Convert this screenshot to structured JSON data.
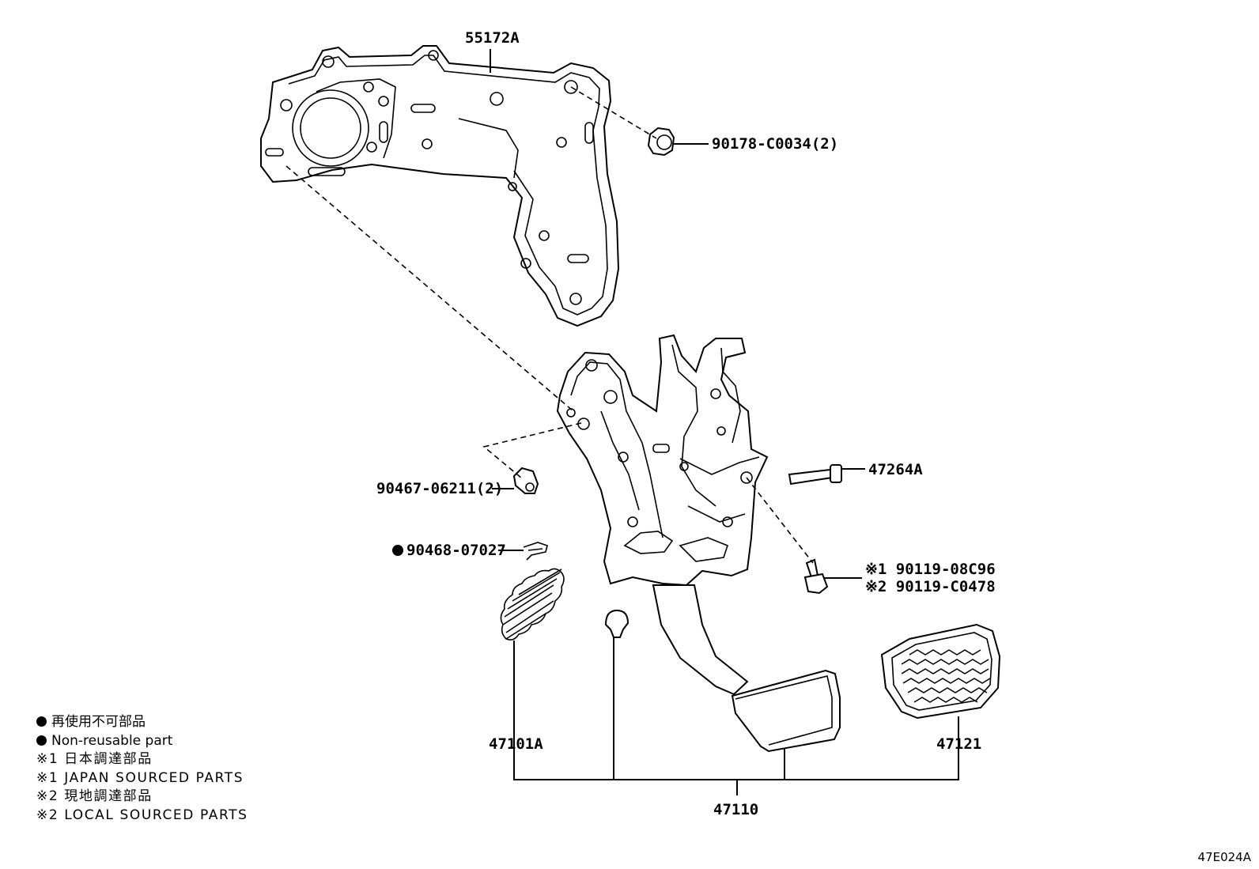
{
  "parts": {
    "bracket": "55172A",
    "nut": "90178-C0034(2)",
    "clip": "90467-06211(2)",
    "pin": "90468-07027",
    "bolt": "47264A",
    "screw_1": "※1 90119-08C96",
    "screw_2": "※2 90119-C0478",
    "spring": "47101A",
    "pedal_assy": "47110",
    "pad": "47121"
  },
  "legend": {
    "non_reusable_jp": "再使用不可部品",
    "non_reusable_en": "Non-reusable part",
    "japan_jp": "※1 日本調達部品",
    "japan_en": "※1 JAPAN SOURCED PARTS",
    "local_jp": "※2 現地調達部品",
    "local_en": "※2 LOCAL SOURCED PARTS"
  },
  "ref_code": "47E024A"
}
